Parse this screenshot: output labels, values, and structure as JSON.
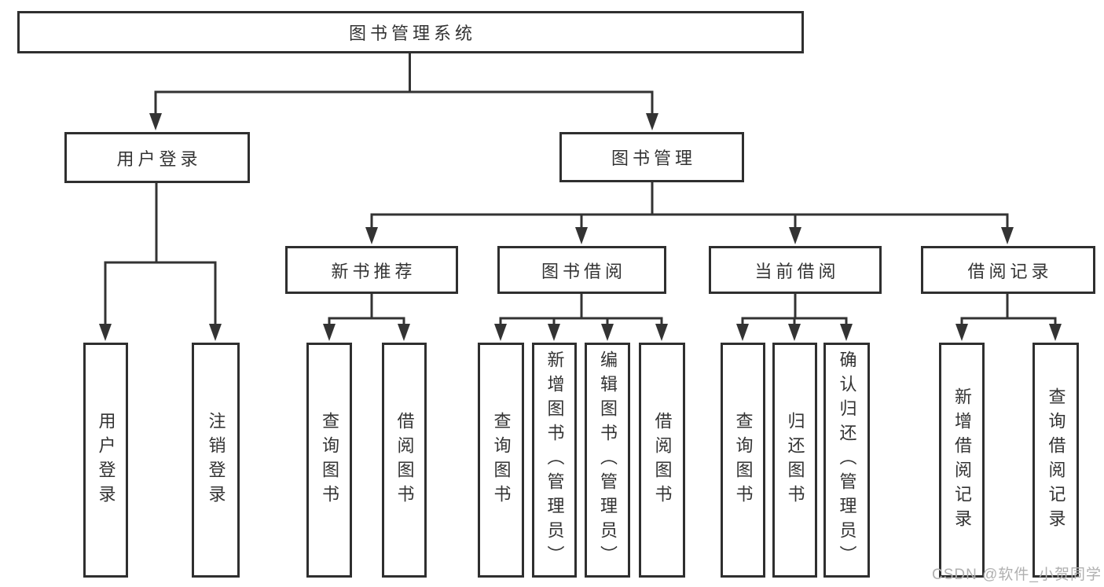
{
  "diagram": {
    "tree": {
      "label": "图书管理系统",
      "children": [
        {
          "label": "用户登录",
          "children": [
            {
              "label": "用户登录"
            },
            {
              "label": "注销登录"
            }
          ]
        },
        {
          "label": "图书管理",
          "children": [
            {
              "label": "新书推荐",
              "children": [
                {
                  "label": "查询图书"
                },
                {
                  "label": "借阅图书"
                }
              ]
            },
            {
              "label": "图书借阅",
              "children": [
                {
                  "label": "查询图书"
                },
                {
                  "label": "新增图书（管理员）"
                },
                {
                  "label": "编辑图书（管理员）"
                },
                {
                  "label": "借阅图书"
                }
              ]
            },
            {
              "label": "当前借阅",
              "children": [
                {
                  "label": "查询图书"
                },
                {
                  "label": "归还图书"
                },
                {
                  "label": "确认归还（管理员）"
                }
              ]
            },
            {
              "label": "借阅记录",
              "children": [
                {
                  "label": "新增借阅记录"
                },
                {
                  "label": "查询借阅记录"
                }
              ]
            }
          ]
        }
      ]
    }
  },
  "watermark": {
    "text": "CSDN @软件_小贺同学"
  },
  "colors": {
    "background": "#ffffff",
    "line": "#333333",
    "box_border": "#2f2f2f",
    "text": "#333333",
    "watermark": "#b0b0b0"
  }
}
